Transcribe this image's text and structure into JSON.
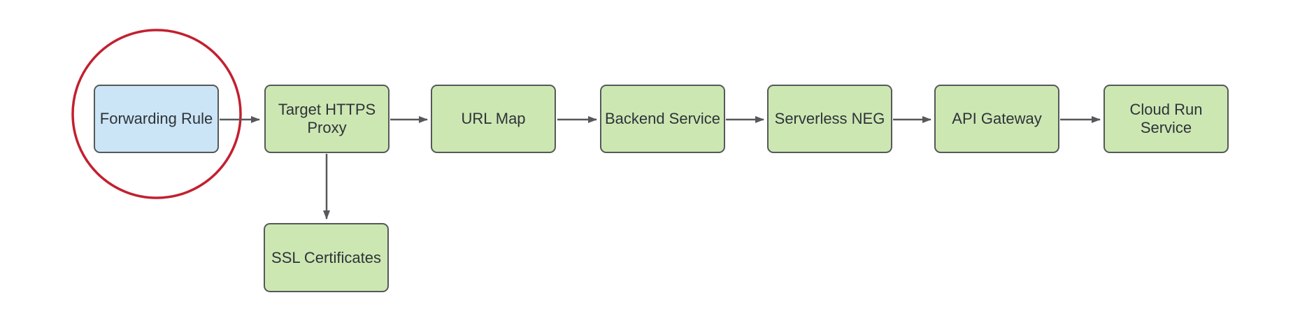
{
  "diagram": {
    "background": "#ffffff",
    "nodes": [
      {
        "id": "forwarding-rule",
        "label": "Forwarding Rule",
        "fill": "#cbe5f6",
        "emphasis": "red-circle"
      },
      {
        "id": "target-https-proxy",
        "label": "Target HTTPS\nProxy",
        "fill": "#cde7b3"
      },
      {
        "id": "url-map",
        "label": "URL Map",
        "fill": "#cde7b3"
      },
      {
        "id": "backend-service",
        "label": "Backend Service",
        "fill": "#cde7b3"
      },
      {
        "id": "serverless-neg",
        "label": "Serverless NEG",
        "fill": "#cde7b3"
      },
      {
        "id": "api-gateway",
        "label": "API Gateway",
        "fill": "#cde7b3"
      },
      {
        "id": "cloud-run-service",
        "label": "Cloud Run\nService",
        "fill": "#cde7b3"
      },
      {
        "id": "ssl-certificates",
        "label": "SSL Certificates",
        "fill": "#cde7b3"
      }
    ],
    "edges": [
      {
        "from": "forwarding-rule",
        "to": "target-https-proxy",
        "direction": "right"
      },
      {
        "from": "target-https-proxy",
        "to": "url-map",
        "direction": "right"
      },
      {
        "from": "url-map",
        "to": "backend-service",
        "direction": "right"
      },
      {
        "from": "backend-service",
        "to": "serverless-neg",
        "direction": "right"
      },
      {
        "from": "serverless-neg",
        "to": "api-gateway",
        "direction": "right"
      },
      {
        "from": "api-gateway",
        "to": "cloud-run-service",
        "direction": "right"
      },
      {
        "from": "target-https-proxy",
        "to": "ssl-certificates",
        "direction": "down"
      }
    ],
    "colors": {
      "node_green_fill": "#cde7b3",
      "node_blue_fill": "#cbe5f6",
      "node_border": "#56585a",
      "arrow": "#56585a",
      "text": "#2e3338",
      "highlight_circle": "#c2202f"
    }
  }
}
